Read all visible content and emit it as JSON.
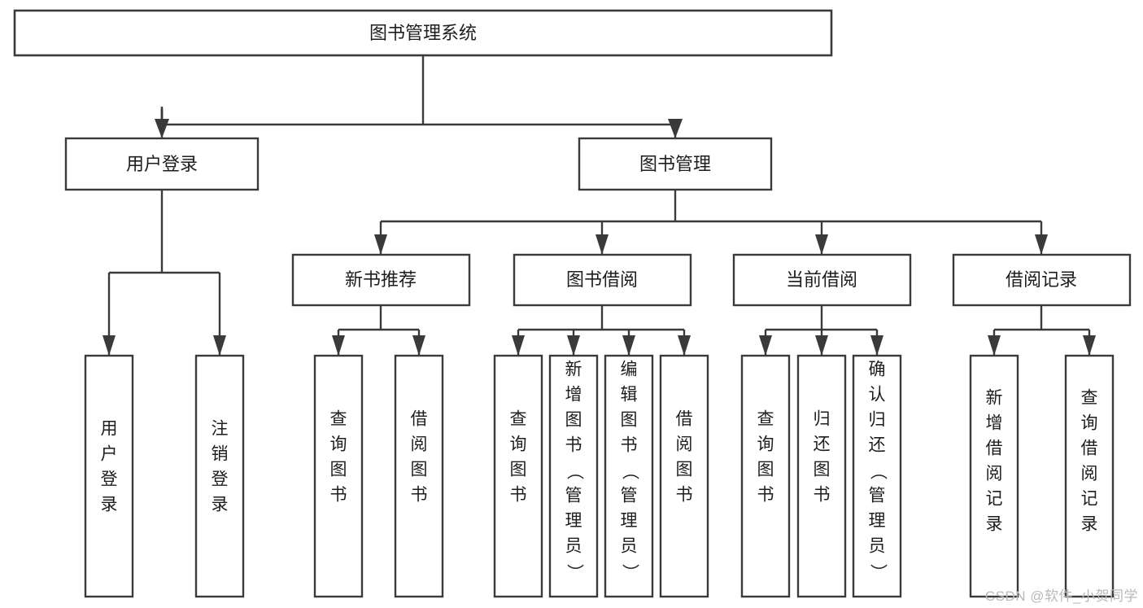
{
  "diagram": {
    "type": "tree-hierarchy-chart",
    "title": "图书管理系统",
    "watermark": "CSDN @软件_小贺同学",
    "colors": {
      "background": "#ffffff",
      "stroke": "#3a3a3a",
      "text": "#1d1d1d",
      "watermark": "#b9b9b9"
    },
    "root": {
      "label": "图书管理系统"
    },
    "level2": [
      {
        "label": "用户登录"
      },
      {
        "label": "图书管理"
      }
    ],
    "level3": [
      {
        "label": "新书推荐"
      },
      {
        "label": "图书借阅"
      },
      {
        "label": "当前借阅"
      },
      {
        "label": "借阅记录"
      }
    ],
    "leaves": {
      "user_login": [
        {
          "label": "用户登录"
        },
        {
          "label": "注销登录"
        }
      ],
      "new_book_recommend": [
        {
          "label": "查询图书"
        },
        {
          "label": "借阅图书"
        }
      ],
      "book_borrow": [
        {
          "label": "查询图书"
        },
        {
          "label": "新增图书（管理员）"
        },
        {
          "label": "编辑图书（管理员）"
        },
        {
          "label": "借阅图书"
        }
      ],
      "current_borrow": [
        {
          "label": "查询图书"
        },
        {
          "label": "归还图书"
        },
        {
          "label": "确认归还（管理员）"
        }
      ],
      "borrow_record": [
        {
          "label": "新增借阅记录"
        },
        {
          "label": "查询借阅记录"
        }
      ]
    }
  }
}
